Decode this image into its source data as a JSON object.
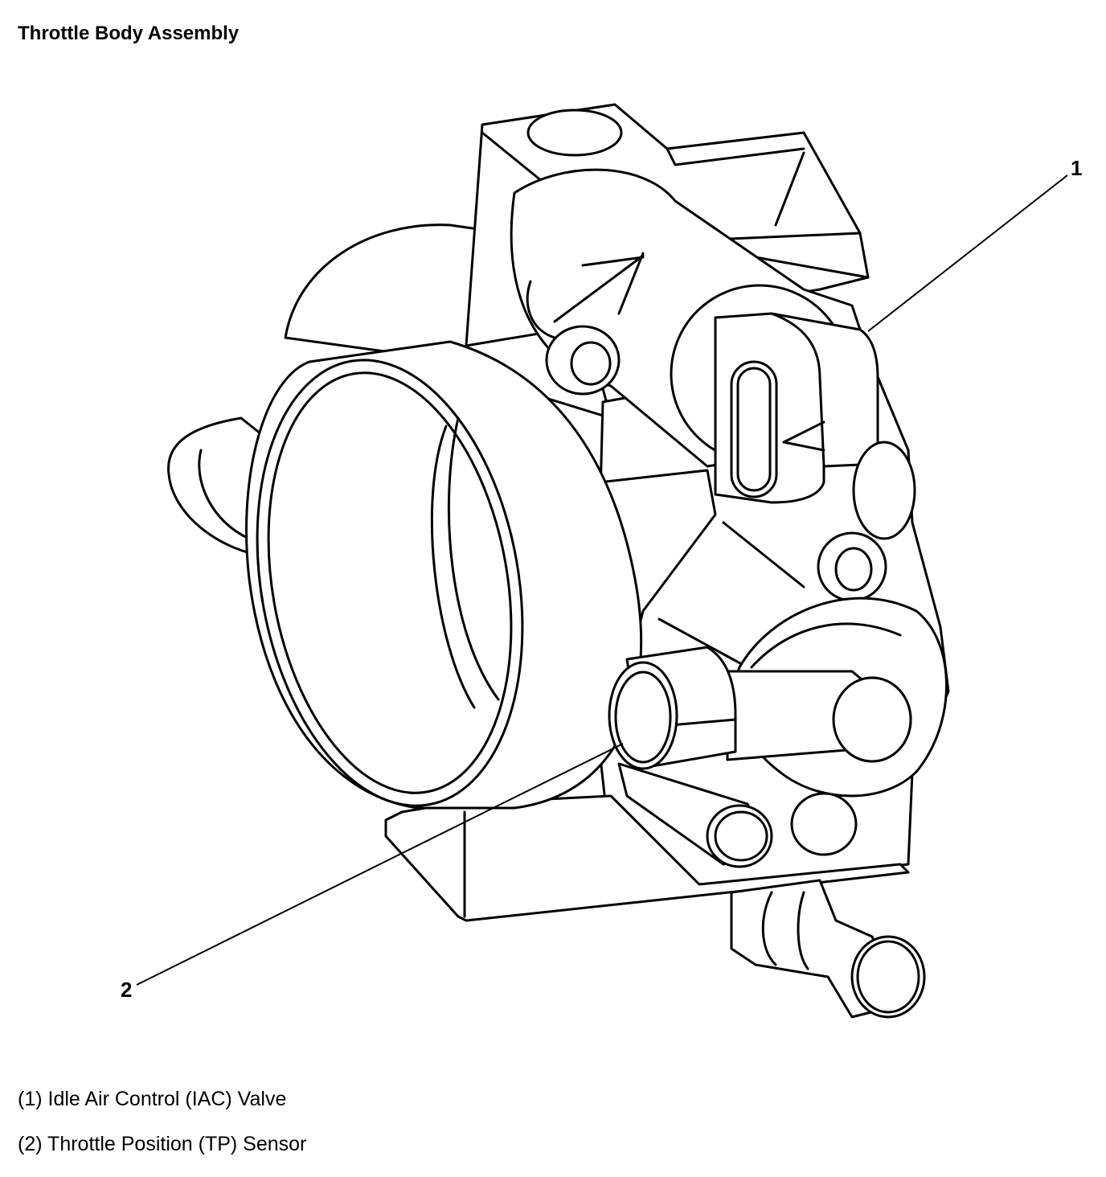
{
  "title": "Throttle Body Assembly",
  "callouts": [
    {
      "number": "1",
      "label": "(1) Idle Air Control (IAC) Valve"
    },
    {
      "number": "2",
      "label": "(2) Throttle Position (TP) Sensor"
    }
  ],
  "colors": {
    "line": "#000000",
    "background": "#ffffff"
  }
}
